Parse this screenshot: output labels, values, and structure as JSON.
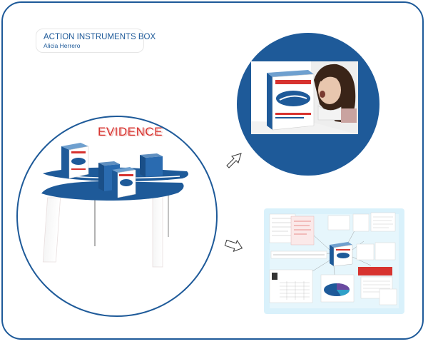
{
  "header": {
    "title": "ACTION INSTRUMENTS BOX",
    "author": "Alicia Herrero"
  },
  "evidence_label": "EVIDENCE",
  "colors": {
    "frame": "#1e5a99",
    "circle_fill": "#1e5a99",
    "evidence_text": "#d7332f",
    "panel_bg": "#d9f1fb"
  },
  "icons": {
    "arrow_top": "outline-arrow-up-right-icon",
    "arrow_bottom": "outline-arrow-right-icon"
  }
}
